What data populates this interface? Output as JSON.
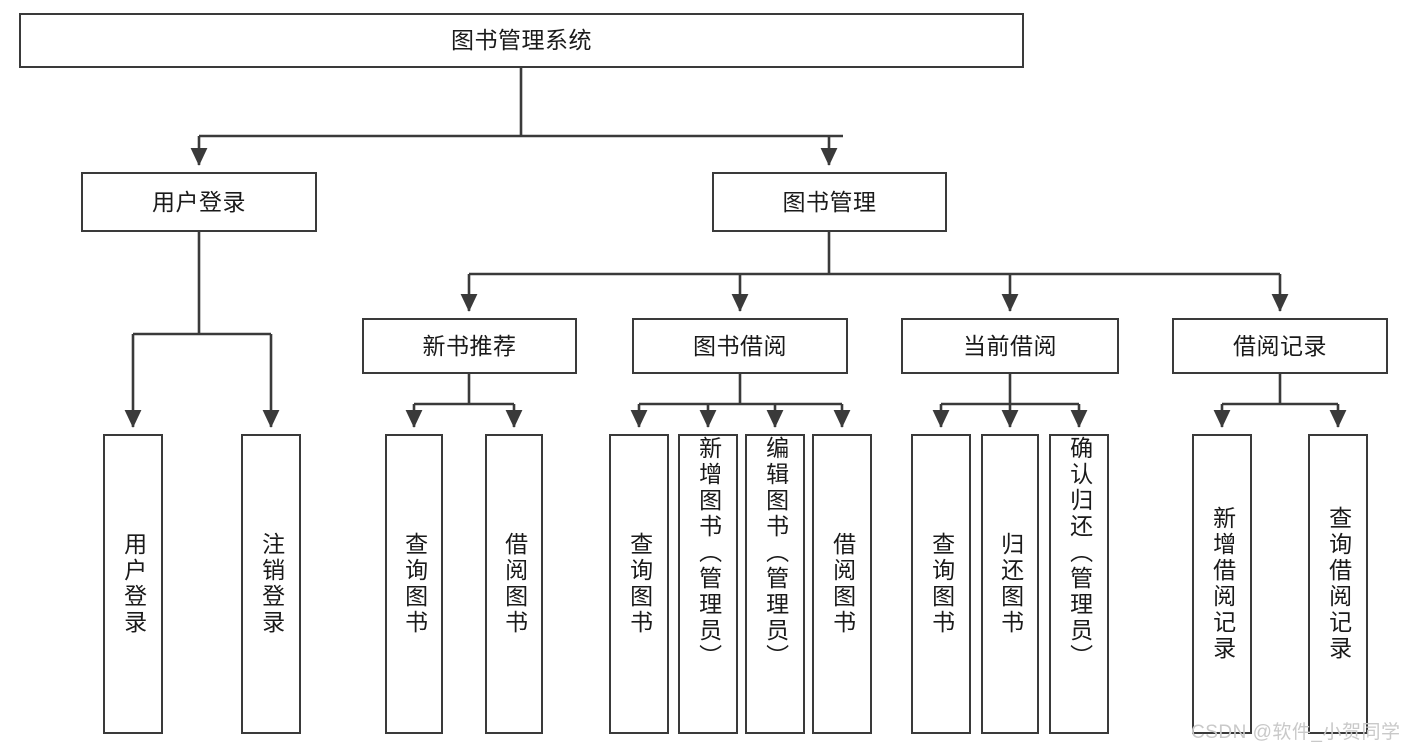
{
  "diagram": {
    "type": "tree-hierarchy-flowchart",
    "title": "图书管理系统",
    "orientation": "top-down",
    "box_fill": "#ffffff",
    "box_border": "#3a3a3a",
    "connector_color": "#3a3a3a",
    "levels": [
      {
        "level": 0,
        "nodes": [
          {
            "id": "root",
            "label": "图书管理系统",
            "text_orientation": "horizontal"
          }
        ]
      },
      {
        "level": 1,
        "nodes": [
          {
            "id": "login",
            "label": "用户登录",
            "text_orientation": "horizontal",
            "parent": "root"
          },
          {
            "id": "bookmgmt",
            "label": "图书管理",
            "text_orientation": "horizontal",
            "parent": "root"
          }
        ]
      },
      {
        "level": 2,
        "nodes": [
          {
            "id": "newbook",
            "label": "新书推荐",
            "text_orientation": "horizontal",
            "parent": "bookmgmt"
          },
          {
            "id": "borrow",
            "label": "图书借阅",
            "text_orientation": "horizontal",
            "parent": "bookmgmt"
          },
          {
            "id": "current",
            "label": "当前借阅",
            "text_orientation": "horizontal",
            "parent": "bookmgmt"
          },
          {
            "id": "records",
            "label": "借阅记录",
            "text_orientation": "horizontal",
            "parent": "bookmgmt"
          }
        ]
      },
      {
        "level": 3,
        "nodes": [
          {
            "id": "leaf-user-login",
            "label": "用户登录",
            "text_orientation": "vertical",
            "parent": "login"
          },
          {
            "id": "leaf-user-logout",
            "label": "注销登录",
            "text_orientation": "vertical",
            "parent": "login"
          },
          {
            "id": "leaf-nb-query",
            "label": "查询图书",
            "text_orientation": "vertical",
            "parent": "newbook"
          },
          {
            "id": "leaf-nb-borrow",
            "label": "借阅图书",
            "text_orientation": "vertical",
            "parent": "newbook"
          },
          {
            "id": "leaf-bo-query",
            "label": "查询图书",
            "text_orientation": "vertical",
            "parent": "borrow"
          },
          {
            "id": "leaf-bo-add",
            "label": "新增图书（管理员）",
            "text_orientation": "vertical",
            "parent": "borrow"
          },
          {
            "id": "leaf-bo-edit",
            "label": "编辑图书（管理员）",
            "text_orientation": "vertical",
            "parent": "borrow"
          },
          {
            "id": "leaf-bo-borrow",
            "label": "借阅图书",
            "text_orientation": "vertical",
            "parent": "borrow"
          },
          {
            "id": "leaf-cu-query",
            "label": "查询图书",
            "text_orientation": "vertical",
            "parent": "current"
          },
          {
            "id": "leaf-cu-return",
            "label": "归还图书",
            "text_orientation": "vertical",
            "parent": "current"
          },
          {
            "id": "leaf-cu-confirm",
            "label": "确认归还（管理员）",
            "text_orientation": "vertical",
            "parent": "current"
          },
          {
            "id": "leaf-rec-add",
            "label": "新增借阅记录",
            "text_orientation": "vertical",
            "parent": "records"
          },
          {
            "id": "leaf-rec-query",
            "label": "查询借阅记录",
            "text_orientation": "vertical",
            "parent": "records"
          }
        ]
      }
    ]
  },
  "watermark": {
    "text": "CSDN @软件_小贺同学",
    "color": "#c9c9c9"
  }
}
